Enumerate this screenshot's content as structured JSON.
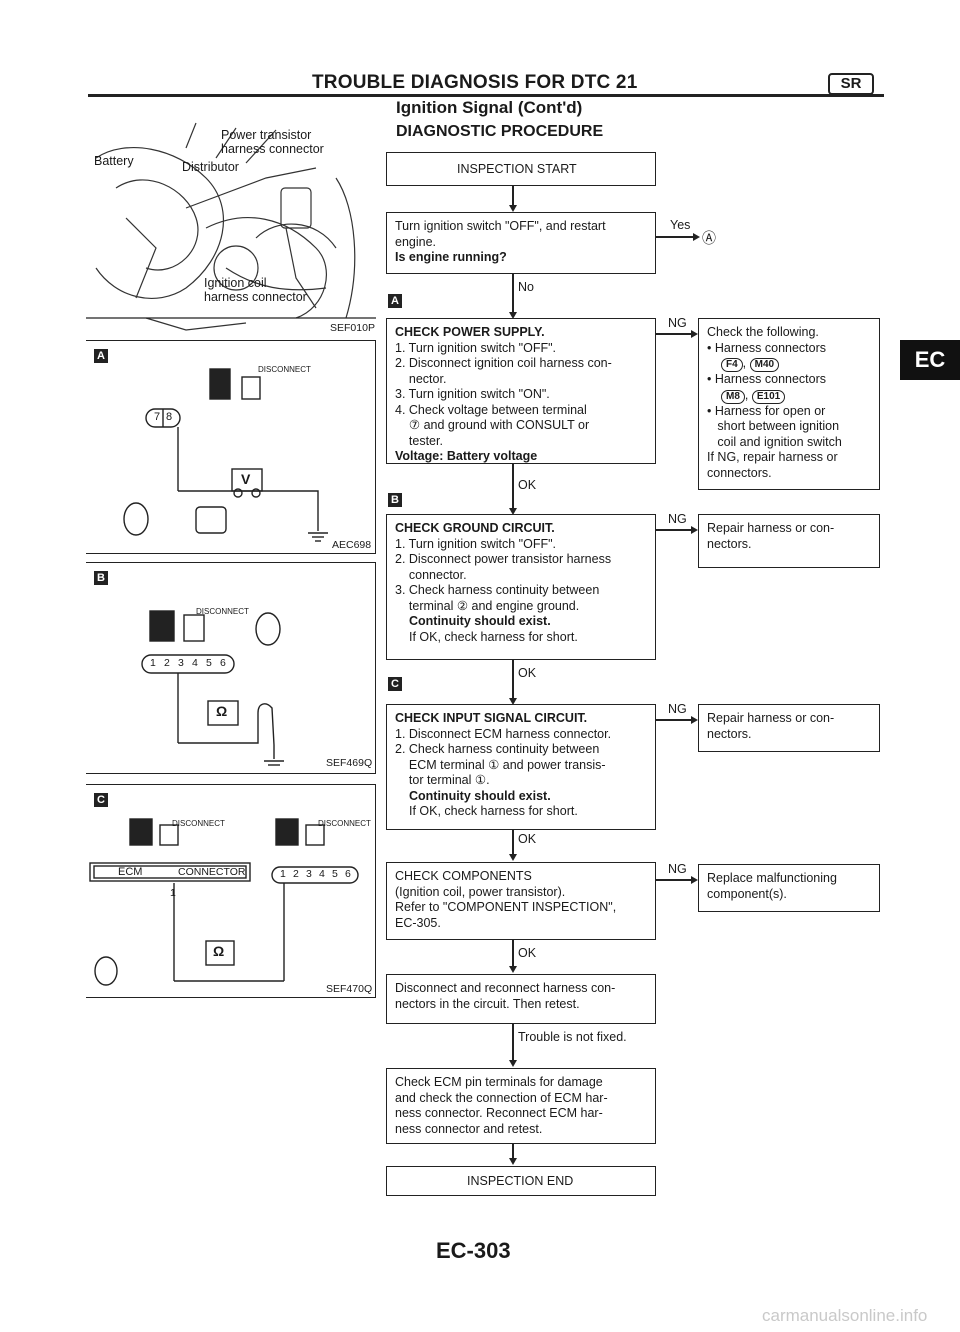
{
  "header": {
    "title": "TROUBLE DIAGNOSIS FOR DTC 21",
    "section_icon": "SR",
    "subtitle": "Ignition Signal (Cont'd)",
    "procedure": "DIAGNOSTIC PROCEDURE"
  },
  "side_tab": "EC",
  "figures": {
    "engine_photo": {
      "labels": [
        "Power transistor",
        "harness connector",
        "Battery",
        "Distributor",
        "Ignition coil",
        "harness connector"
      ],
      "code": "SEF010P"
    },
    "fig_a": {
      "step": "A",
      "disconnect": "DISCONNECT",
      "terminals": [
        "7",
        "8"
      ],
      "meter": "V",
      "code": "AEC698"
    },
    "fig_b": {
      "step": "B",
      "disconnect": "DISCONNECT",
      "terminals": [
        "1",
        "2",
        "3",
        "4",
        "5",
        "6"
      ],
      "meter": "Ω",
      "code": "SEF469Q"
    },
    "fig_c": {
      "step": "C",
      "disconnect_left": "DISCONNECT",
      "disconnect_right": "DISCONNECT",
      "ecm": "ECM",
      "connector": "CONNECTOR",
      "pin": "1",
      "terminals": [
        "1",
        "2",
        "3",
        "4",
        "5",
        "6"
      ],
      "meter": "Ω",
      "code": "SEF470Q"
    }
  },
  "flow": {
    "start": "INSPECTION START",
    "step1": {
      "lines": [
        "Turn ignition switch \"OFF\", and restart",
        "engine."
      ],
      "question": "Is engine running?",
      "yes": "Yes",
      "yes_target": "Ⓐ",
      "no": "No"
    },
    "step_a": {
      "mark": "A",
      "heading": "CHECK POWER SUPPLY.",
      "lines": [
        "1. Turn ignition switch \"OFF\".",
        "2. Disconnect ignition coil harness con-",
        "    nector.",
        "3. Turn ignition switch \"ON\".",
        "4. Check voltage between terminal",
        "    ⑦ and ground with CONSULT or",
        "    tester."
      ],
      "result": "Voltage: Battery voltage",
      "ng": "NG",
      "ok": "OK",
      "ng_box": {
        "title": "Check the following.",
        "items": [
          "• Harness connectors",
          "• Harness connectors",
          "• Harness for open or",
          "   short between ignition",
          "   coil and ignition switch",
          "If NG, repair harness or",
          "connectors."
        ],
        "tags1": [
          "F4",
          "M40"
        ],
        "tags2": [
          "M8",
          "E101"
        ]
      }
    },
    "step_b": {
      "mark": "B",
      "heading": "CHECK GROUND CIRCUIT.",
      "lines": [
        "1. Turn ignition switch \"OFF\".",
        "2. Disconnect power transistor harness",
        "    connector.",
        "3. Check harness continuity between",
        "    terminal ② and engine ground."
      ],
      "result": "Continuity should exist.",
      "note": "If OK, check harness for short.",
      "ng": "NG",
      "ok": "OK",
      "ng_box": [
        "Repair harness or con-",
        "nectors."
      ]
    },
    "step_c": {
      "mark": "C",
      "heading": "CHECK INPUT SIGNAL CIRCUIT.",
      "lines": [
        "1. Disconnect ECM harness connector.",
        "2. Check harness continuity between",
        "    ECM terminal ① and power transis-",
        "    tor terminal ①."
      ],
      "result": "Continuity should exist.",
      "note": "If OK, check harness for short.",
      "ng": "NG",
      "ok": "OK",
      "ng_box": [
        "Repair harness or con-",
        "nectors."
      ]
    },
    "step_d": {
      "lines": [
        "CHECK COMPONENTS",
        "(Ignition coil, power transistor).",
        "Refer to \"COMPONENT INSPECTION\",",
        "EC-305."
      ],
      "ng": "NG",
      "ok": "OK",
      "ng_box": [
        "Replace malfunctioning",
        "component(s)."
      ]
    },
    "step_e": {
      "lines": [
        "Disconnect and reconnect harness con-",
        "nectors in the circuit. Then retest."
      ],
      "not_fixed": "Trouble is not fixed."
    },
    "step_f": {
      "lines": [
        "Check ECM pin terminals for damage",
        "and check the connection of ECM har-",
        "ness connector. Reconnect ECM har-",
        "ness connector and retest."
      ]
    },
    "end": "INSPECTION END"
  },
  "footer": {
    "page": "EC-303",
    "watermark": "carmanualsonline.info"
  }
}
